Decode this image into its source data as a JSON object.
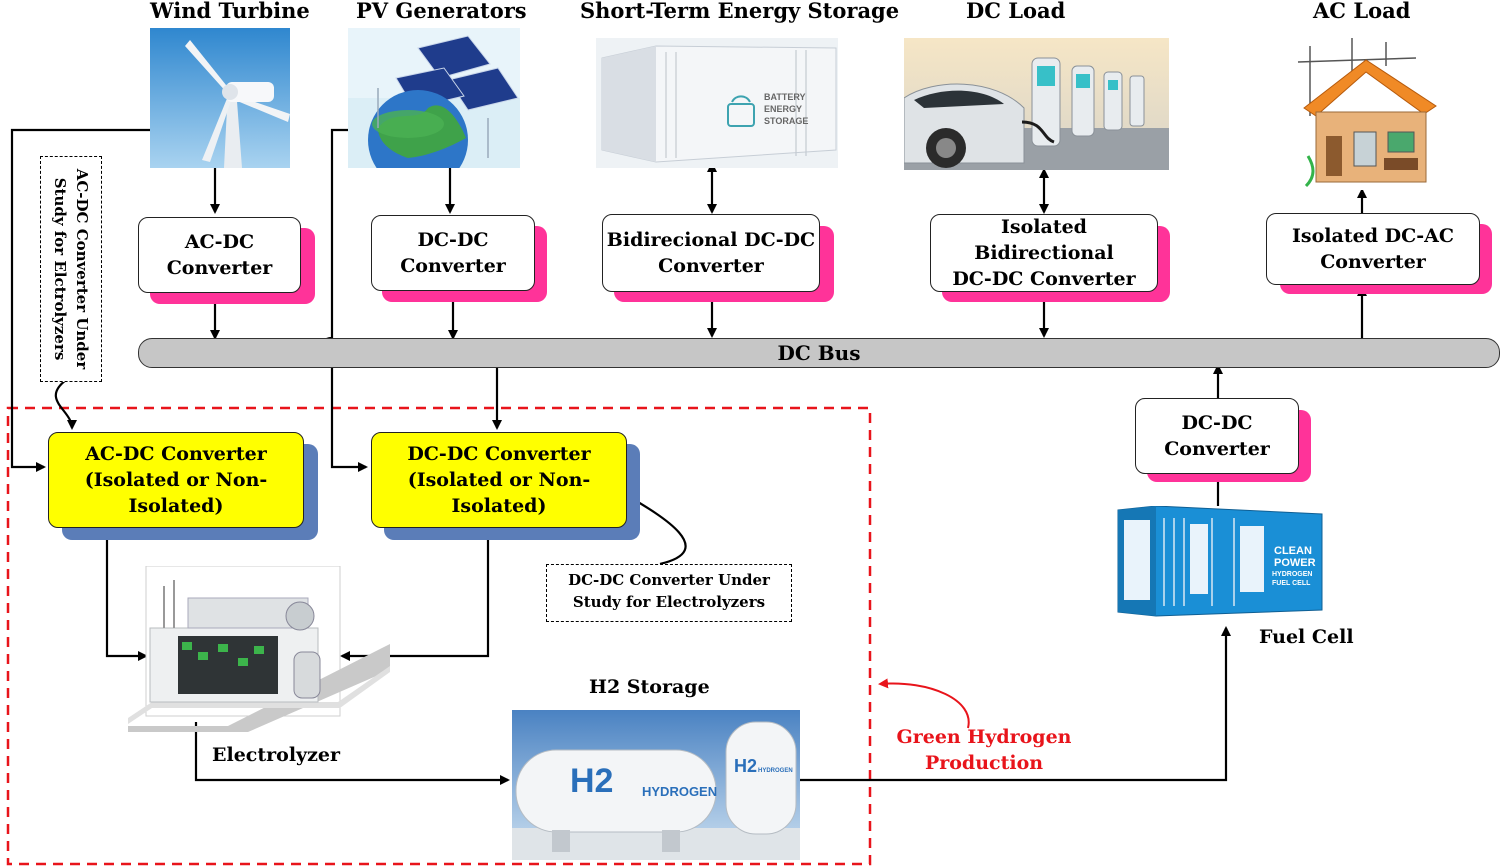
{
  "titles": {
    "wind": "Wind Turbine",
    "pv": "PV Generators",
    "storage": "Short-Term Energy Storage",
    "dc_load": "DC Load",
    "ac_load": "AC Load"
  },
  "converters": {
    "wind": "AC-DC\nConverter",
    "pv": "DC-DC\nConverter",
    "storage": "Bidirecional DC-DC\nConverter",
    "dc_load": "Isolated Bidirectional\nDC-DC Converter",
    "ac_load": "Isolated DC-AC\nConverter",
    "fuel_cell": "DC-DC\nConverter",
    "electrolyzer_ac": "AC-DC Converter\n(Isolated or Non-\nIsolated)",
    "electrolyzer_dc": "DC-DC Converter\n(Isolated or Non-\nIsolated)"
  },
  "bus": {
    "label": "DC Bus"
  },
  "notes": {
    "ac_dc_study": "AC-DC Converter Under\nStudy for Elctrolyzers",
    "dc_dc_study": "DC-DC Converter Under\nStudy for Electrolyzers"
  },
  "labels": {
    "electrolyzer": "Electrolyzer",
    "h2_storage": "H2 Storage",
    "fuel_cell": "Fuel Cell",
    "green_h2": "Green Hydrogen\nProduction"
  },
  "image_text": {
    "battery": "BATTERY\nENERGY\nSTORAGE",
    "h2_big": "H2",
    "hydrogen": "HYDROGEN",
    "h2_small": "H2",
    "hydrogen_small": "HYDROGEN",
    "fuel_cell_container": "CLEAN\nPOWER\nHYDROGEN\nFUEL CELL"
  },
  "colors": {
    "converter_shadow": "#ff3399",
    "electrolyzer_converter_fill": "#ffff00",
    "electrolyzer_converter_shadow": "#5b7db8",
    "bus_fill": "#c6c6c6",
    "dashed_region": "#e8141b"
  }
}
